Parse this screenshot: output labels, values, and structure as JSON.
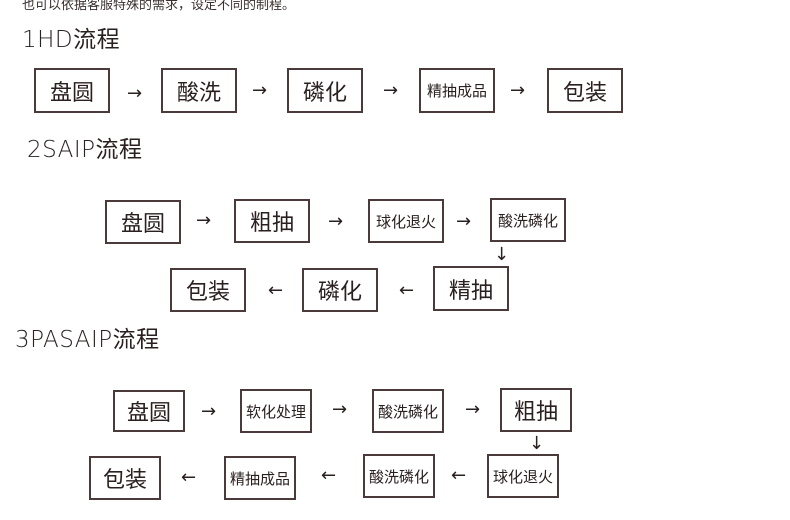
{
  "intro": "也可以依据客服特殊的需求，设定不同的制程。",
  "arrows": {
    "right": "→",
    "left": "←",
    "down": "↓"
  },
  "flow1": {
    "title": "1HD流程",
    "steps": [
      "盘圆",
      "酸洗",
      "磷化",
      "精抽成品",
      "包装"
    ]
  },
  "flow2": {
    "title": "2SAIP流程",
    "steps": [
      "盘圆",
      "粗抽",
      "球化退火",
      "酸洗磷化",
      "精抽",
      "磷化",
      "包装"
    ]
  },
  "flow3": {
    "title": "3PASAIP流程",
    "steps": [
      "盘圆",
      "软化处理",
      "酸洗磷化",
      "粗抽",
      "球化退火",
      "酸洗磷化",
      "精抽成品",
      "包装"
    ]
  }
}
